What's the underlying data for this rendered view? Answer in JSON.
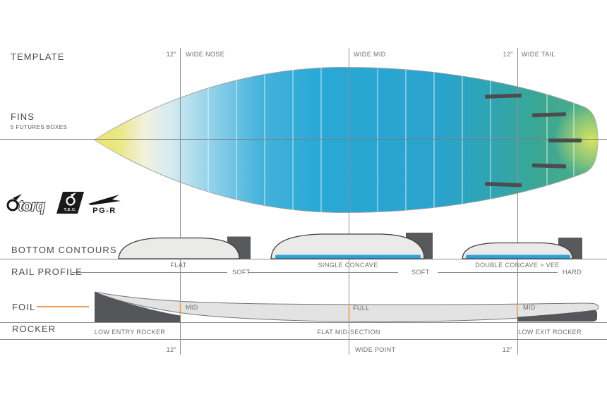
{
  "title": "Surfboard specification diagram",
  "colors": {
    "accent_orange": "#ef9a55",
    "board_blue": "#2aa7d5",
    "board_teal": "#4fae86",
    "board_yellow": "#e9e472",
    "concave_blue": "#2ea2d8",
    "dark_gray": "#55565a",
    "label_dark": "#4b4b4e",
    "label_gray": "#6d6d70",
    "line_gray": "#8f8f91"
  },
  "sections": {
    "template": {
      "label": "TEMPLATE"
    },
    "fins": {
      "label": "FINS",
      "subtitle": "5 FUTURES BOXES"
    },
    "bottom_contours": {
      "label": "BOTTOM CONTOURS",
      "items": [
        "FLAT",
        "SINGLE CONCAVE",
        "DOUBLE CONCAVE > VEE"
      ]
    },
    "rail_profile": {
      "label": "RAIL PROFILE",
      "items": [
        "SOFT",
        "SOFT",
        "HARD"
      ]
    },
    "foil": {
      "label": "FOIL",
      "items": [
        "MID",
        "FULL",
        "MID"
      ]
    },
    "rocker": {
      "label": "ROCKER",
      "items": [
        "LOW ENTRY ROCKER",
        "FLAT MID-SECTION",
        "LOW EXIT ROCKER"
      ]
    }
  },
  "measurements": {
    "top": {
      "nose_offset": "12\"",
      "wide_nose": "WIDE NOSE",
      "wide_mid": "WIDE MID",
      "tail_offset": "12\"",
      "wide_tail": "WIDE TAIL"
    },
    "bottom": {
      "nose_offset": "12\"",
      "wide_point": "WIDE POINT",
      "tail_offset": "12\""
    }
  },
  "logos": {
    "torq": "torq",
    "tec": "T.E.C.",
    "pgr": "PG-R"
  }
}
